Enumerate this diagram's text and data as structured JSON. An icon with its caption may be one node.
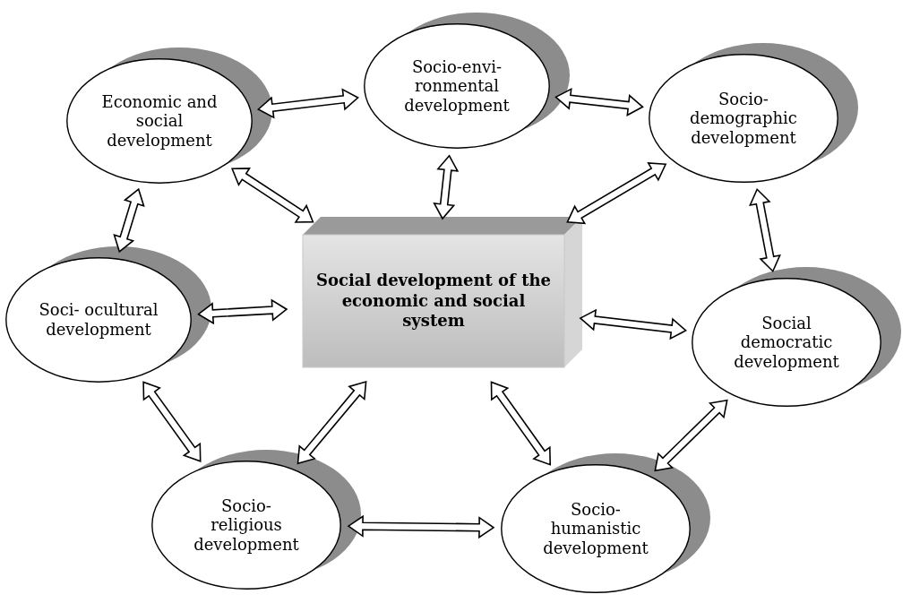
{
  "diagram": {
    "nodes": [
      {
        "text": [
          "Social development of the economic and social system"
        ]
      },
      {
        "text": [
          "Economic and social development"
        ]
      },
      {
        "text": [
          "Socio-envi- ronmental development"
        ]
      },
      {
        "text": [
          "Socio- demographic development"
        ]
      },
      {
        "text": [
          "Soci- ocultural development"
        ]
      },
      {
        "text": [
          "Social democratic development"
        ]
      },
      {
        "text": [
          "Socio- religious development"
        ]
      },
      {
        "text": [
          "Socio- humanistic development"
        ]
      }
    ],
    "edges": [
      {
        "from": 1,
        "to": 2,
        "arrow": "both"
      },
      {
        "from": 2,
        "to": 3,
        "arrow": "both"
      },
      {
        "from": 1,
        "to": 4,
        "arrow": "both"
      },
      {
        "from": 3,
        "to": 5,
        "arrow": "both"
      },
      {
        "from": 4,
        "to": 6,
        "arrow": "both"
      },
      {
        "from": 6,
        "to": 7,
        "arrow": "both"
      },
      {
        "from": 5,
        "to": 7,
        "arrow": "both"
      },
      {
        "from": 1,
        "to": 0,
        "arrow": "both"
      },
      {
        "from": 2,
        "to": 0,
        "arrow": "both"
      },
      {
        "from": 3,
        "to": 0,
        "arrow": "both"
      },
      {
        "from": 4,
        "to": 0,
        "arrow": "both"
      },
      {
        "from": 5,
        "to": 0,
        "arrow": "both"
      },
      {
        "from": 6,
        "to": 0,
        "arrow": "both"
      },
      {
        "from": 7,
        "to": 0,
        "arrow": "both"
      }
    ]
  }
}
